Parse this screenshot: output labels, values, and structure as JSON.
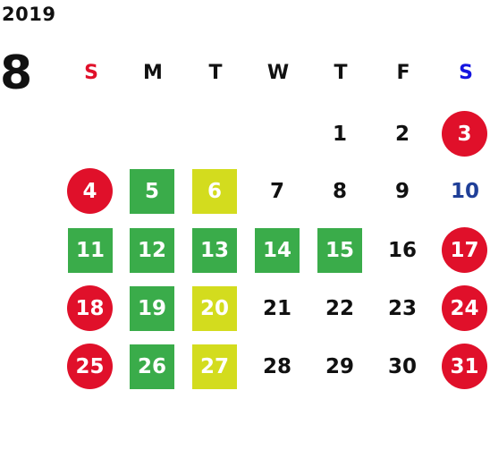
{
  "calendar": {
    "year": "2019",
    "month": "8",
    "weekdays": [
      {
        "label": "S",
        "color": "#e0102a"
      },
      {
        "label": "M",
        "color": "#111111"
      },
      {
        "label": "T",
        "color": "#111111"
      },
      {
        "label": "W",
        "color": "#111111"
      },
      {
        "label": "T",
        "color": "#111111"
      },
      {
        "label": "F",
        "color": "#111111"
      },
      {
        "label": "S",
        "color": "#1515e0"
      }
    ],
    "legend_colors": {
      "holiday": "#e0102a",
      "green": "#3aac4a",
      "yellow": "#d3dc1e",
      "saturday_text": "#1f3f98"
    },
    "weeks": [
      [
        null,
        null,
        null,
        null,
        {
          "day": "1"
        },
        {
          "day": "2"
        },
        {
          "day": "3",
          "style": "holiday"
        }
      ],
      [
        {
          "day": "4",
          "style": "holiday"
        },
        {
          "day": "5",
          "style": "green"
        },
        {
          "day": "6",
          "style": "yellow"
        },
        {
          "day": "7"
        },
        {
          "day": "8"
        },
        {
          "day": "9"
        },
        {
          "day": "10",
          "style": "sat"
        }
      ],
      [
        {
          "day": "11",
          "style": "green"
        },
        {
          "day": "12",
          "style": "green"
        },
        {
          "day": "13",
          "style": "green"
        },
        {
          "day": "14",
          "style": "green"
        },
        {
          "day": "15",
          "style": "green"
        },
        {
          "day": "16"
        },
        {
          "day": "17",
          "style": "holiday"
        }
      ],
      [
        {
          "day": "18",
          "style": "holiday"
        },
        {
          "day": "19",
          "style": "green"
        },
        {
          "day": "20",
          "style": "yellow"
        },
        {
          "day": "21"
        },
        {
          "day": "22"
        },
        {
          "day": "23"
        },
        {
          "day": "24",
          "style": "holiday"
        }
      ],
      [
        {
          "day": "25",
          "style": "holiday"
        },
        {
          "day": "26",
          "style": "green"
        },
        {
          "day": "27",
          "style": "yellow"
        },
        {
          "day": "28"
        },
        {
          "day": "29"
        },
        {
          "day": "30"
        },
        {
          "day": "31",
          "style": "holiday"
        }
      ]
    ]
  }
}
